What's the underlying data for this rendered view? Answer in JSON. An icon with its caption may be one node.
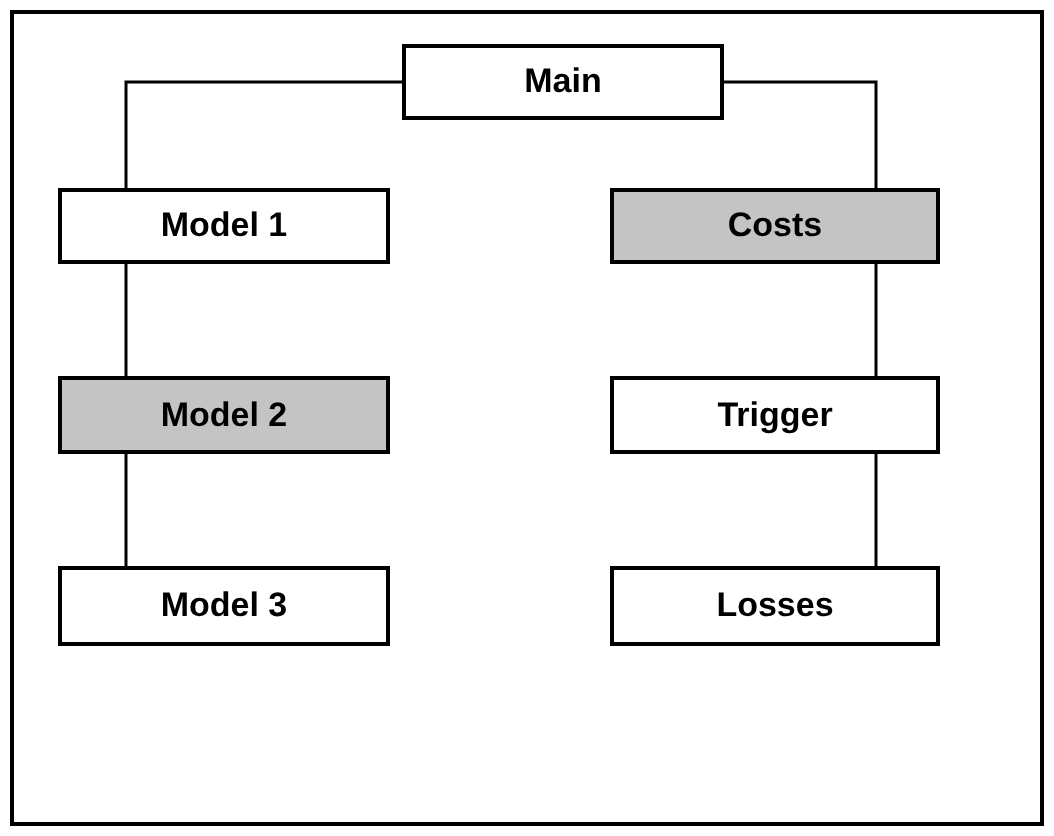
{
  "diagram": {
    "nodes": [
      {
        "text": [
          "Main"
        ]
      },
      {
        "text": [
          "Model 1"
        ]
      },
      {
        "text": [
          "Costs"
        ]
      },
      {
        "text": [
          "Model 2"
        ]
      },
      {
        "text": [
          "Trigger"
        ]
      },
      {
        "text": [
          "Model 3"
        ]
      },
      {
        "text": [
          "Losses"
        ]
      }
    ],
    "edges": [
      {
        "from": 0,
        "to": 1,
        "arrow": "none"
      },
      {
        "from": 0,
        "to": 2,
        "arrow": "none"
      },
      {
        "from": 1,
        "to": 3,
        "arrow": "none"
      },
      {
        "from": 3,
        "to": 5,
        "arrow": "none"
      },
      {
        "from": 2,
        "to": 4,
        "arrow": "none"
      },
      {
        "from": 4,
        "to": 6,
        "arrow": "none"
      }
    ]
  }
}
